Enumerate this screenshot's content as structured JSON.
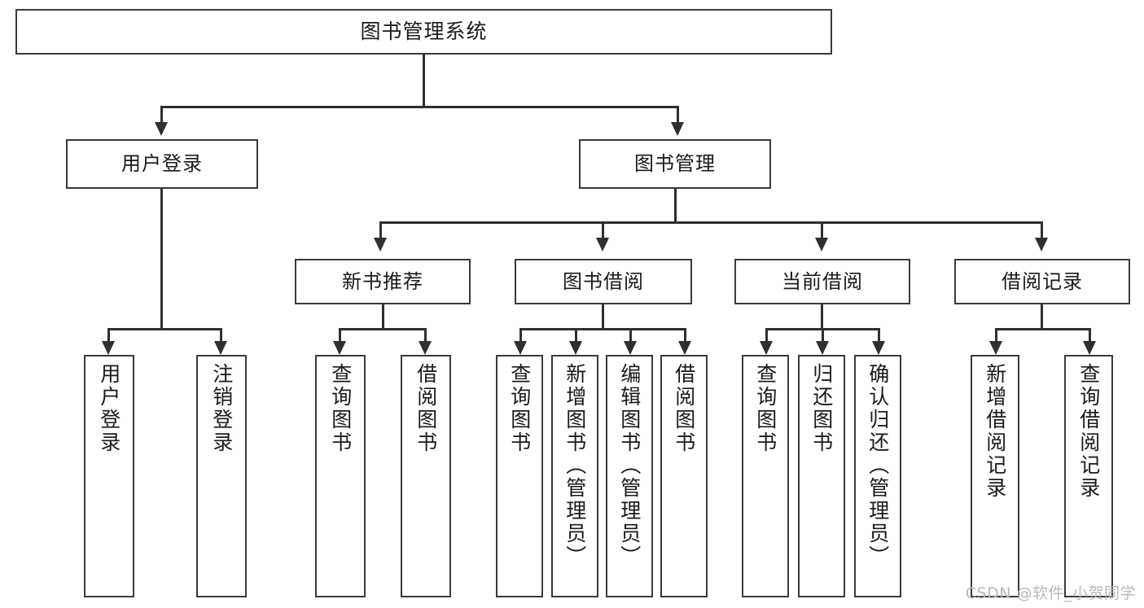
{
  "diagram": {
    "title": "图书管理系统",
    "type": "hierarchy-tree",
    "root": {
      "label": "图书管理系统"
    },
    "level1": [
      {
        "id": "user-login",
        "label": "用户登录"
      },
      {
        "id": "book-manage",
        "label": "图书管理"
      }
    ],
    "level2": [
      {
        "id": "new-book-recommend",
        "label": "新书推荐",
        "parent": "book-manage"
      },
      {
        "id": "book-borrow",
        "label": "图书借阅",
        "parent": "book-manage"
      },
      {
        "id": "current-borrow",
        "label": "当前借阅",
        "parent": "book-manage"
      },
      {
        "id": "borrow-record",
        "label": "借阅记录",
        "parent": "book-manage"
      }
    ],
    "leaves": {
      "user_login": [
        {
          "id": "leaf-user-login",
          "label": "用户登录"
        },
        {
          "id": "leaf-logout-login",
          "label": "注销登录"
        }
      ],
      "new_book_recommend": [
        {
          "id": "leaf-query-book-1",
          "label": "查询图书"
        },
        {
          "id": "leaf-borrow-book-1",
          "label": "借阅图书"
        }
      ],
      "book_borrow": [
        {
          "id": "leaf-query-book-2",
          "label": "查询图书"
        },
        {
          "id": "leaf-add-book",
          "label": "新增图书（管理员）"
        },
        {
          "id": "leaf-edit-book",
          "label": "编辑图书（管理员）"
        },
        {
          "id": "leaf-borrow-book-2",
          "label": "借阅图书"
        }
      ],
      "current_borrow": [
        {
          "id": "leaf-query-book-3",
          "label": "查询图书"
        },
        {
          "id": "leaf-return-book",
          "label": "归还图书"
        },
        {
          "id": "leaf-confirm-return",
          "label": "确认归还（管理员）"
        }
      ],
      "borrow_record": [
        {
          "id": "leaf-add-record",
          "label": "新增借阅记录"
        },
        {
          "id": "leaf-query-record",
          "label": "查询借阅记录"
        }
      ]
    }
  },
  "watermark": {
    "text": "CSDN @软件_小贺同学"
  },
  "colors": {
    "box_border": "#3a3a3a",
    "connector": "#2f2f2f",
    "text": "#1a1a1a",
    "background": "#ffffff",
    "watermark": "#b9b9b9"
  }
}
